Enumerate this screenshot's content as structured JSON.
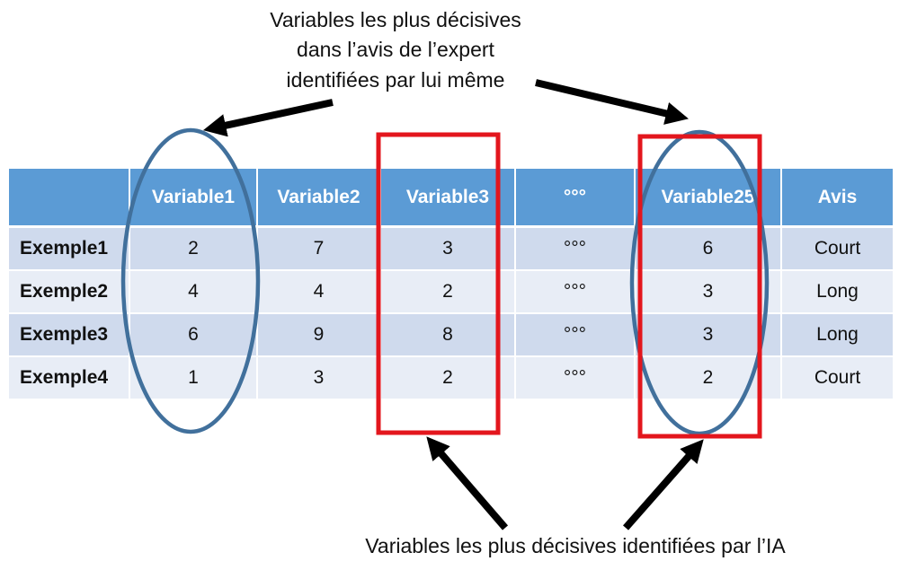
{
  "captions": {
    "expert": [
      "Variables les plus décisives",
      "dans l’avis de l’expert",
      "identifiées par lui même"
    ],
    "ai": "Variables les plus décisives identifiées par l’IA"
  },
  "table": {
    "headers": [
      "",
      "Variable1",
      "Variable2",
      "Variable3",
      "°°°",
      "Variable25",
      "Avis"
    ],
    "rows": [
      {
        "label": "Exemple1",
        "cells": [
          "2",
          "7",
          "3",
          "°°°",
          "6",
          "Court"
        ]
      },
      {
        "label": "Exemple2",
        "cells": [
          "4",
          "4",
          "2",
          "°°°",
          "3",
          "Long"
        ]
      },
      {
        "label": "Exemple3",
        "cells": [
          "6",
          "9",
          "8",
          "°°°",
          "3",
          "Long"
        ]
      },
      {
        "label": "Exemple4",
        "cells": [
          "1",
          "3",
          "2",
          "°°°",
          "2",
          "Court"
        ]
      }
    ]
  },
  "colors": {
    "header": "#5b9bd5",
    "row_dark": "#cfdaed",
    "row_light": "#e8edf6",
    "ellipse": "#41709c",
    "box": "#e3161d",
    "arrow": "#000000"
  }
}
